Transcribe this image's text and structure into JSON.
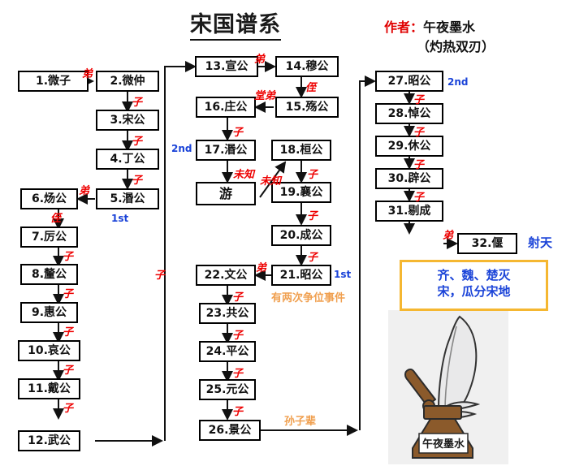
{
  "header": {
    "title": "宋国谱系",
    "author_label": "作者：",
    "author_name": "午夜墨水",
    "author_alias": "（灼热双刃）"
  },
  "callout": {
    "line1": "齐、魏、楚灭",
    "line2": "宋，瓜分宋地"
  },
  "logo": {
    "caption": "午夜墨水"
  },
  "annotations": {
    "two_succession_events": "有两次争位事件",
    "shoot_sky": "射天",
    "grandson_generation": "孙子辈",
    "first_a": "1st",
    "first_b": "1st",
    "second_a": "2nd",
    "second_b": "2nd",
    "son_branch": "子"
  },
  "relations": {
    "younger_brother": "弟",
    "son": "子",
    "nephew": "侄",
    "cousin_younger": "堂弟",
    "unknown": "未知"
  },
  "nodes": [
    {
      "id": "n1",
      "label": "1.微子"
    },
    {
      "id": "n2",
      "label": "2.微仲"
    },
    {
      "id": "n3",
      "label": "3.宋公"
    },
    {
      "id": "n4",
      "label": "4.丁公"
    },
    {
      "id": "n5",
      "label": "5.湣公"
    },
    {
      "id": "n6",
      "label": "6.炀公"
    },
    {
      "id": "n7",
      "label": "7.厉公"
    },
    {
      "id": "n8",
      "label": "8.釐公"
    },
    {
      "id": "n9",
      "label": "9.惠公"
    },
    {
      "id": "n10",
      "label": "10.哀公"
    },
    {
      "id": "n11",
      "label": "11.戴公"
    },
    {
      "id": "n12",
      "label": "12.武公"
    },
    {
      "id": "n13",
      "label": "13.宣公"
    },
    {
      "id": "n14",
      "label": "14.穆公"
    },
    {
      "id": "n15",
      "label": "15.殇公"
    },
    {
      "id": "n16",
      "label": "16.庄公"
    },
    {
      "id": "n17",
      "label": "17.湣公"
    },
    {
      "id": "n18",
      "label": "18.桓公"
    },
    {
      "id": "nyou",
      "label": "游"
    },
    {
      "id": "n19",
      "label": "19.襄公"
    },
    {
      "id": "n20",
      "label": "20.成公"
    },
    {
      "id": "n21",
      "label": "21.昭公"
    },
    {
      "id": "n22",
      "label": "22.文公"
    },
    {
      "id": "n23",
      "label": "23.共公"
    },
    {
      "id": "n24",
      "label": "24.平公"
    },
    {
      "id": "n25",
      "label": "25.元公"
    },
    {
      "id": "n26",
      "label": "26.景公"
    },
    {
      "id": "n27",
      "label": "27.昭公"
    },
    {
      "id": "n28",
      "label": "28.悼公"
    },
    {
      "id": "n29",
      "label": "29.休公"
    },
    {
      "id": "n30",
      "label": "30.辟公"
    },
    {
      "id": "n31",
      "label": "31.剔成"
    },
    {
      "id": "n32",
      "label": "32.偃"
    }
  ],
  "colors": {
    "relation_red": "#ee0000",
    "note_blue": "#1a43d8",
    "note_orange": "#f0a050",
    "callout_border": "#f5b731",
    "box_border": "#000000",
    "ink_brown": "#8b5a2b"
  }
}
